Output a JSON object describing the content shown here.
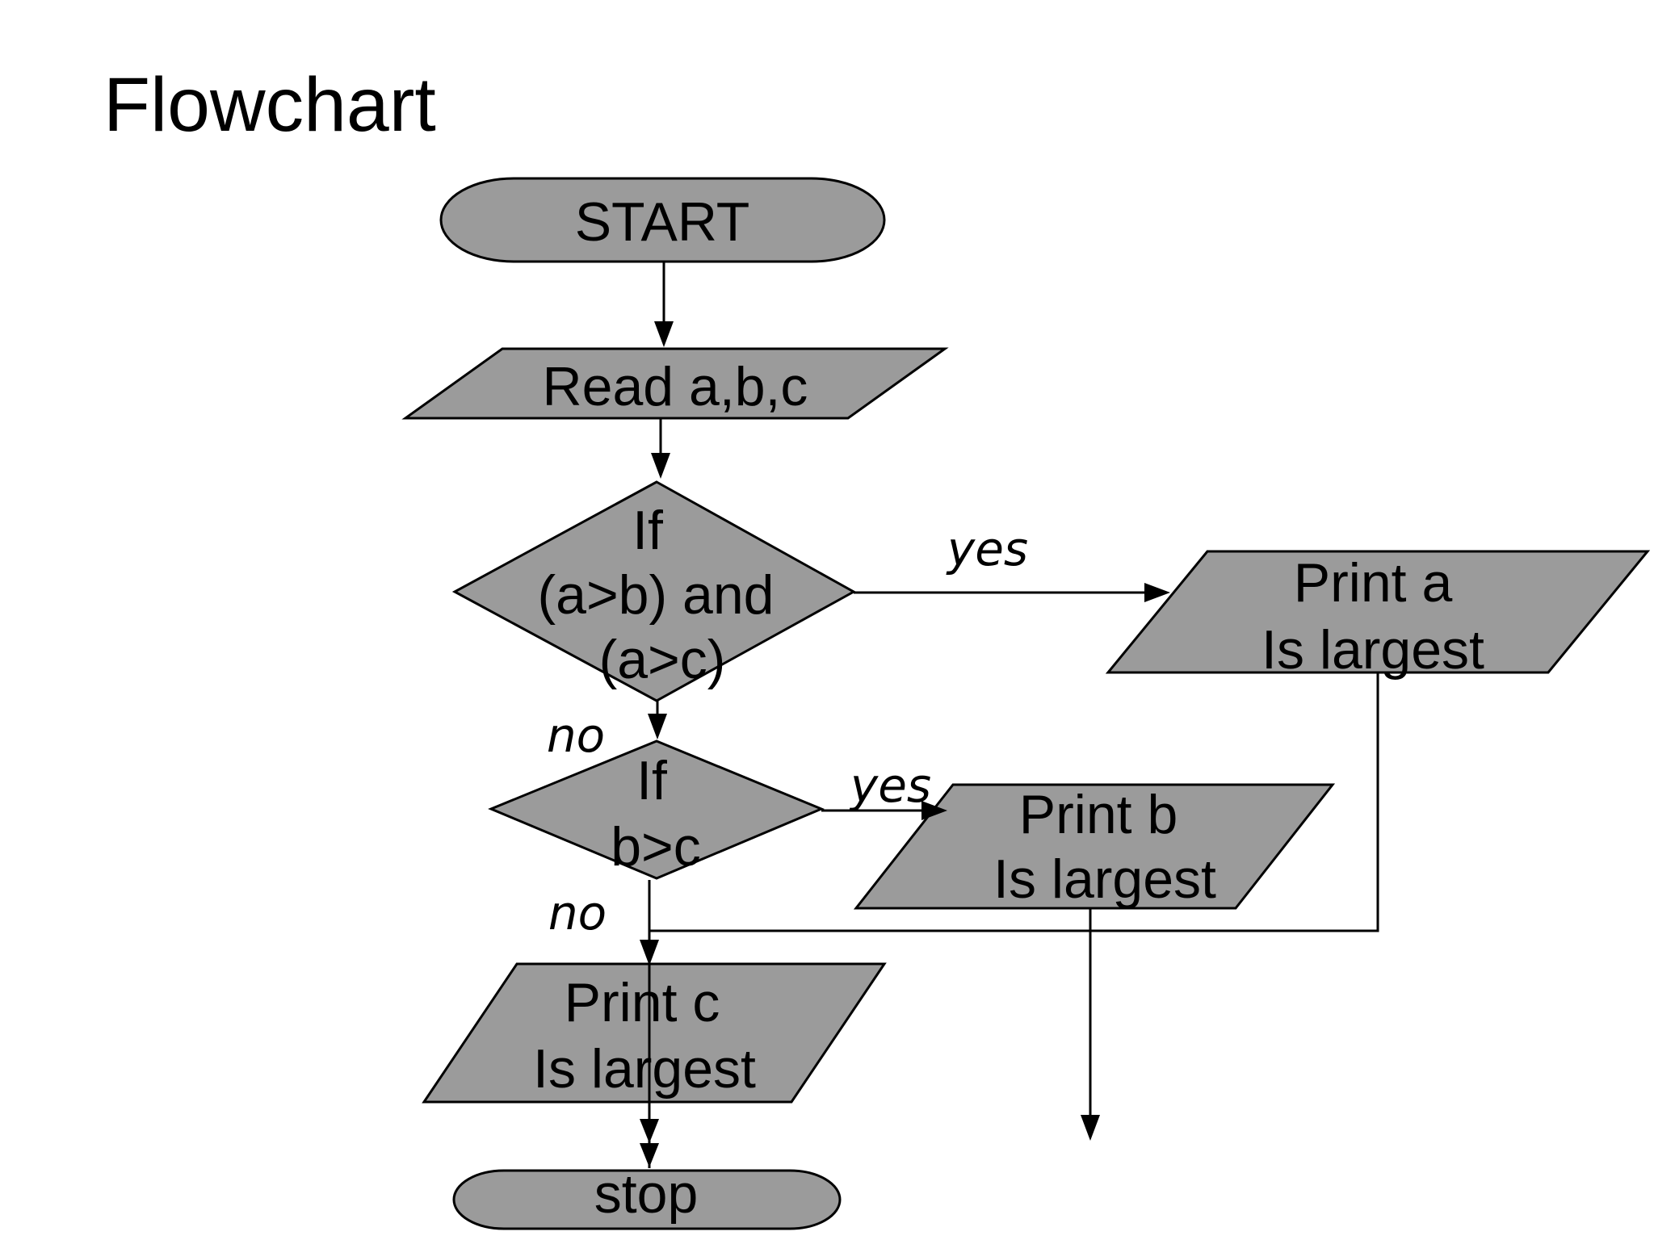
{
  "title": "Flowchart",
  "colors": {
    "shape_fill": "#9b9b9b",
    "shape_stroke": "#000000",
    "background": "#ffffff",
    "text": "#000000"
  },
  "nodes": {
    "start": {
      "type": "terminator",
      "label": "START"
    },
    "read": {
      "type": "input-output",
      "label": "Read a,b,c"
    },
    "decision1": {
      "type": "decision",
      "line1": "If",
      "line2": "(a>b) and",
      "line3": "(a>c)"
    },
    "print_a": {
      "type": "input-output",
      "line1": "Print a",
      "line2": "Is largest"
    },
    "decision2": {
      "type": "decision",
      "line1": "If",
      "line2": "b>c"
    },
    "print_b": {
      "type": "input-output",
      "line1": "Print b",
      "line2": "Is largest"
    },
    "print_c": {
      "type": "input-output",
      "line1": "Print c",
      "line2": "Is largest"
    },
    "stop": {
      "type": "terminator",
      "label": "stop"
    }
  },
  "edges": {
    "yes1": "yes",
    "no1": "no",
    "yes2": "yes",
    "no2": "no"
  }
}
